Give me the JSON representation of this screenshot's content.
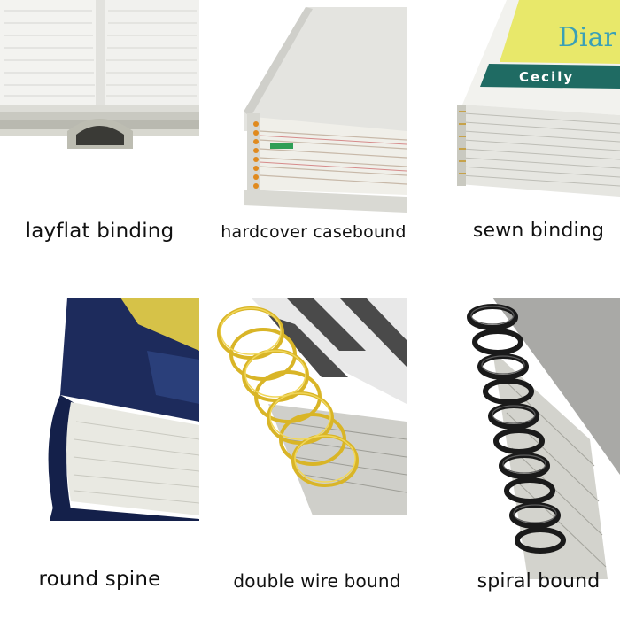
{
  "grid": {
    "items": [
      {
        "caption": "layflat binding",
        "icon": "layflat-book-photo"
      },
      {
        "caption": "hardcover casebound",
        "icon": "casebound-book-photo"
      },
      {
        "caption": "sewn binding",
        "icon": "sewn-book-photo"
      },
      {
        "caption": "round spine",
        "icon": "round-spine-book-photo"
      },
      {
        "caption": "double wire bound",
        "icon": "wire-bound-book-photo"
      },
      {
        "caption": "spiral bound",
        "icon": "spiral-bound-book-photo"
      }
    ],
    "cover_text": {
      "sewn_title_fragment": "Diar",
      "sewn_author_fragment": "Cecily"
    }
  },
  "colors": {
    "background": "#ffffff",
    "caption": "#111111",
    "gold_wire": "#d9b527",
    "black_coil": "#1a1a1a",
    "navy_cover": "#1d2b5c",
    "yellow_cover": "#e8e86a"
  }
}
